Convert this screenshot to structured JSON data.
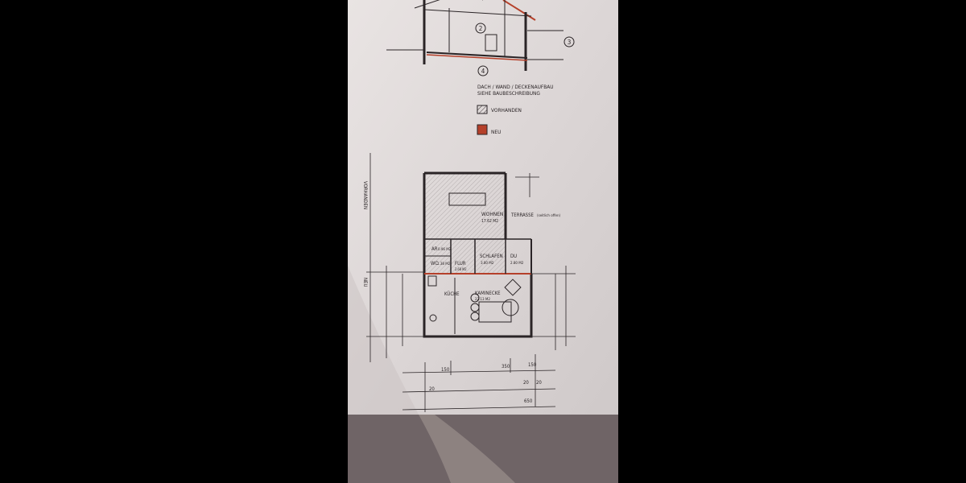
{
  "section": {
    "markers": [
      "2",
      "3",
      "4"
    ],
    "note_line1": "DACH / WAND / DECKENAUFBAU",
    "note_line2": "SIEHE BAUBESCHREIBUNG"
  },
  "legend": [
    {
      "label": "VORHANDEN",
      "pattern": "hatched"
    },
    {
      "label": "NEU",
      "color": "#b5402a"
    }
  ],
  "rooms": [
    {
      "name": "WOHNEN",
      "area": "17.62 M2"
    },
    {
      "name": "TERRASSE",
      "area": "(seitlich offen)"
    },
    {
      "name": "AR",
      "area": "0.96 M2"
    },
    {
      "name": "WC",
      "area": "1.38 M2"
    },
    {
      "name": "FLUR",
      "area": "2.68 M2"
    },
    {
      "name": "SCHLAFEN",
      "area": "3.80 M2"
    },
    {
      "name": "DU",
      "area": "2.80 M2"
    },
    {
      "name": "KÜCHE",
      "area": ""
    },
    {
      "name": "KAMINECKE",
      "area": "22.13 M2"
    }
  ],
  "side_labels": {
    "existing": "VORHANDEN",
    "new": "NEU"
  },
  "dimensions": [
    "150",
    "350",
    "150",
    "20",
    "20",
    "20",
    "650"
  ],
  "colors": {
    "paper": "#e4dedd",
    "ink": "#2a2426",
    "new_wall": "#b5402a",
    "background": "#000000"
  }
}
